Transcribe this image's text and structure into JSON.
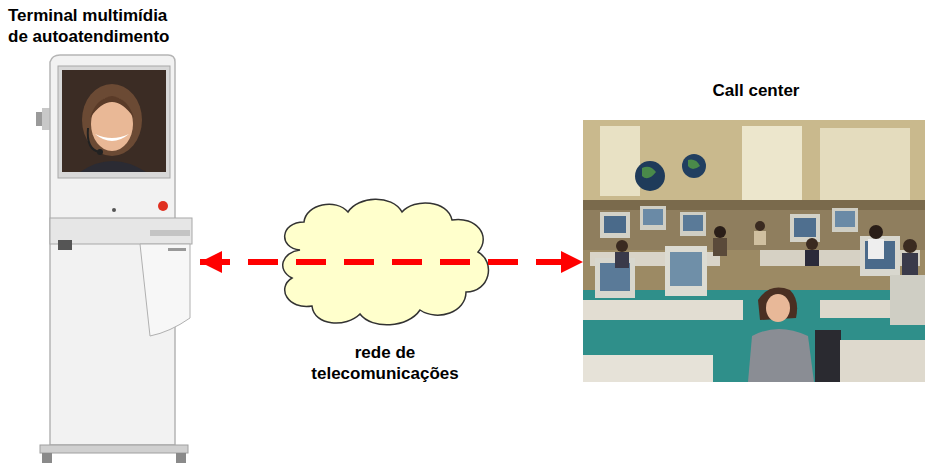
{
  "diagram": {
    "nodes": [
      {
        "text": [
          "Terminal multimídia de autoatendimento"
        ]
      },
      {
        "text": [
          "Call center"
        ]
      }
    ],
    "edges": [
      {
        "from": 0,
        "to": 1,
        "arrow": "both"
      }
    ],
    "labels": [
      "rede de telecomunicações"
    ]
  }
}
